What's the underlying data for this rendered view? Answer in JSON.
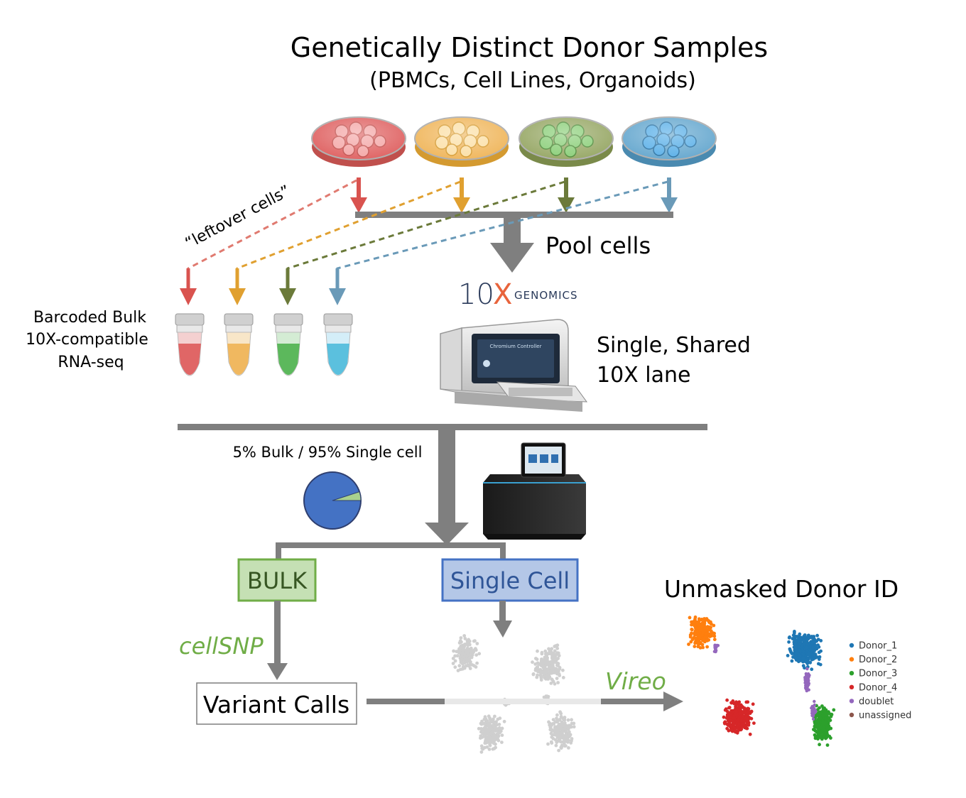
{
  "title": "Genetically Distinct Donor Samples",
  "subtitle": "(PBMCs, Cell Lines, Organoids)",
  "leftover_label": "“leftover cells”",
  "pool_label": "Pool cells",
  "bulk_caption": [
    "Barcoded Bulk",
    "10X-compatible",
    "RNA-seq"
  ],
  "genomics_logo": {
    "mark": "10",
    "x_glyph": "X",
    "word": "GENOMICS"
  },
  "lane_label": [
    "Single, Shared",
    "10X lane"
  ],
  "ratio_label": "5% Bulk / 95% Single cell",
  "pie": {
    "bulk_fraction": 0.05,
    "single_fraction": 0.95,
    "single_color": "#4472c4",
    "bulk_color": "#a9d18e"
  },
  "bulk_box_label": "BULK",
  "single_cell_box_label": "Single Cell",
  "cellsnp_label": "cellSNP",
  "variant_calls_label": "Variant Calls",
  "vireo_label": "Vireo",
  "unmasked_label": "Unmasked Donor ID",
  "donors": [
    {
      "color": "#d9534f",
      "tube": "#e06666"
    },
    {
      "color": "#e0a030",
      "tube": "#f0b860"
    },
    {
      "color": "#6b7a3a",
      "tube": "#5cb85c"
    },
    {
      "color": "#6a9ab8",
      "tube": "#5bc0de"
    }
  ],
  "legend": [
    {
      "label": "Donor_1",
      "color": "#1f77b4"
    },
    {
      "label": "Donor_2",
      "color": "#ff7f0e"
    },
    {
      "label": "Donor_3",
      "color": "#2ca02c"
    },
    {
      "label": "Donor_4",
      "color": "#d62728"
    },
    {
      "label": "doublet",
      "color": "#9467bd"
    },
    {
      "label": "unassigned",
      "color": "#8c564b"
    }
  ],
  "colors": {
    "flow": "#7f7f7f",
    "bulk_green": "#70ad47",
    "bulk_text": "#375623",
    "single_blue": "#4472c4",
    "single_fill": "#b4c7e7",
    "cellsnp": "#70ad47",
    "logo_x": "#e8643c"
  }
}
